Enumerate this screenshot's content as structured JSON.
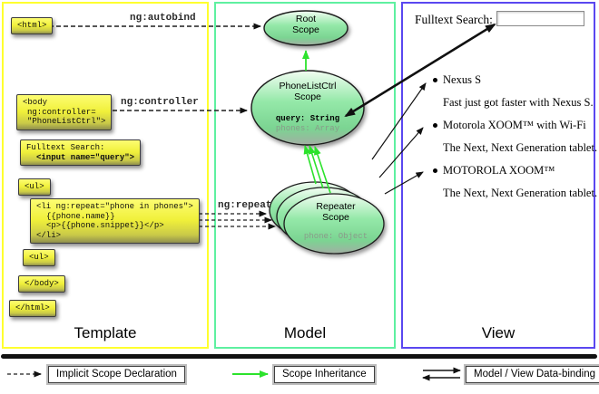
{
  "colors": {
    "template_border": "#ffff2e",
    "model_border": "#5ef0a0",
    "view_border": "#5a47f0",
    "inheritance_green": "#2ce22c",
    "code_box_yellow": "#f0f03a",
    "scope_fill_top": "#f0fdf0",
    "scope_fill_mid": "#8ce2a2"
  },
  "template": {
    "label": "Template",
    "html_open": "<html>",
    "body_open_line1": "<body",
    "body_open_line2": "ng:controller=",
    "body_open_line3": "\"PhoneListCtrl\">",
    "fulltext_line1": "Fulltext Search:",
    "fulltext_line2": "<input name=\"query\">",
    "ul_open": "<ul>",
    "li_line1": "<li ng:repeat=\"phone in phones\">",
    "li_line2": "{{phone.name}}",
    "li_line3": "<p>{{phone.snippet}}</p>",
    "li_line4": "</li>",
    "ul_close": "<ul>",
    "body_close": "</body>",
    "html_close": "</html>"
  },
  "arrows": {
    "autobind_label": "ng:autobind",
    "controller_label": "ng:controller",
    "repeat_label": "ng:repeat"
  },
  "model": {
    "label": "Model",
    "root_scope": {
      "title_line1": "Root",
      "title_line2": "Scope"
    },
    "phonelistctrl_scope": {
      "title_line1": "PhoneListCtrl",
      "title_line2": "Scope",
      "prop_query": "query: String",
      "prop_phones": "phones: Array"
    },
    "repeater_scope": {
      "title_line1": "Repeater",
      "title_line2": "Scope",
      "prop_phone": "phone: Object"
    }
  },
  "view": {
    "label": "View",
    "search_label": "Fulltext Search:",
    "search_value": "",
    "items": [
      {
        "title": "Nexus S",
        "snippet": "Fast just got faster with Nexus S."
      },
      {
        "title": "Motorola XOOM™ with Wi-Fi",
        "snippet": "The Next, Next Generation tablet."
      },
      {
        "title": "MOTOROLA XOOM™",
        "snippet": "The Next, Next Generation tablet."
      }
    ]
  },
  "legend": {
    "implicit": "Implicit Scope Declaration",
    "inheritance": "Scope Inheritance",
    "databinding": "Model / View Data-binding"
  }
}
